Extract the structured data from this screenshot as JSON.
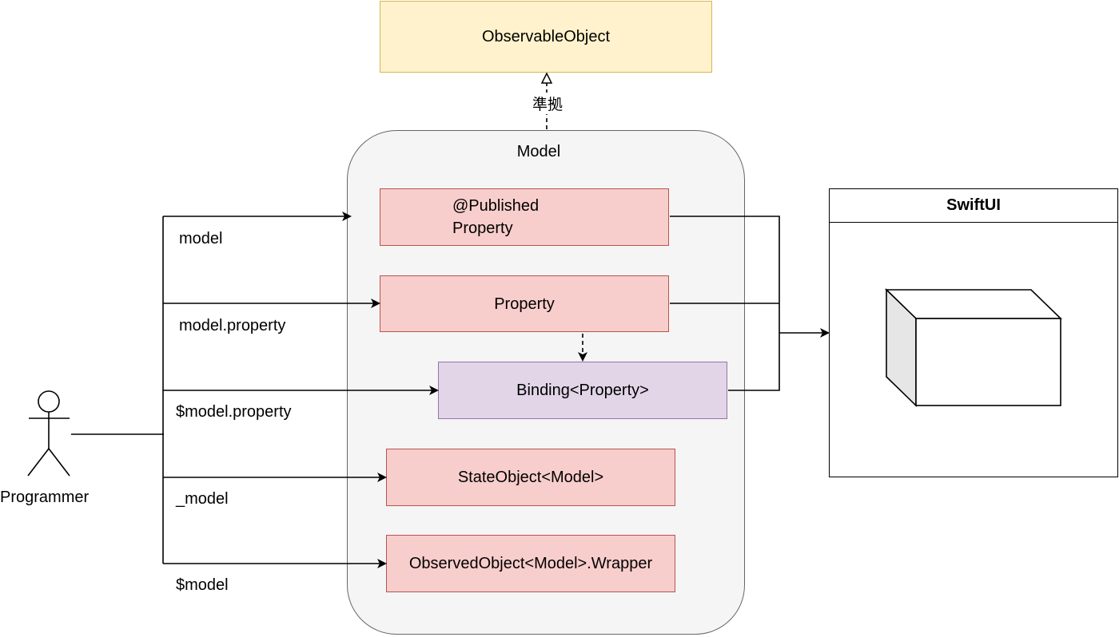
{
  "observable": {
    "label": "ObservableObject"
  },
  "conformance": {
    "label": "準拠"
  },
  "model": {
    "title": "Model",
    "published": {
      "line1": "@Published",
      "line2": "Property"
    },
    "property": "Property",
    "binding": "Binding<Property>",
    "state_object": "StateObject<Model>",
    "observed_object": "ObservedObject<Model>.Wrapper"
  },
  "swiftui": {
    "title": "SwiftUI"
  },
  "actor": {
    "label": "Programmer"
  },
  "access_labels": {
    "model": "model",
    "model_property": "model.property",
    "binding_property": "$model.property",
    "underscore_model": "_model",
    "dollar_model": "$model"
  },
  "colors": {
    "red_fill": "#f8cecc",
    "red_stroke": "#b85450",
    "yellow_fill": "#fff2cc",
    "yellow_stroke": "#d6b656",
    "purple_fill": "#e1d5e7",
    "purple_stroke": "#9673a6",
    "container_fill": "#f5f5f5",
    "container_stroke": "#666666"
  }
}
